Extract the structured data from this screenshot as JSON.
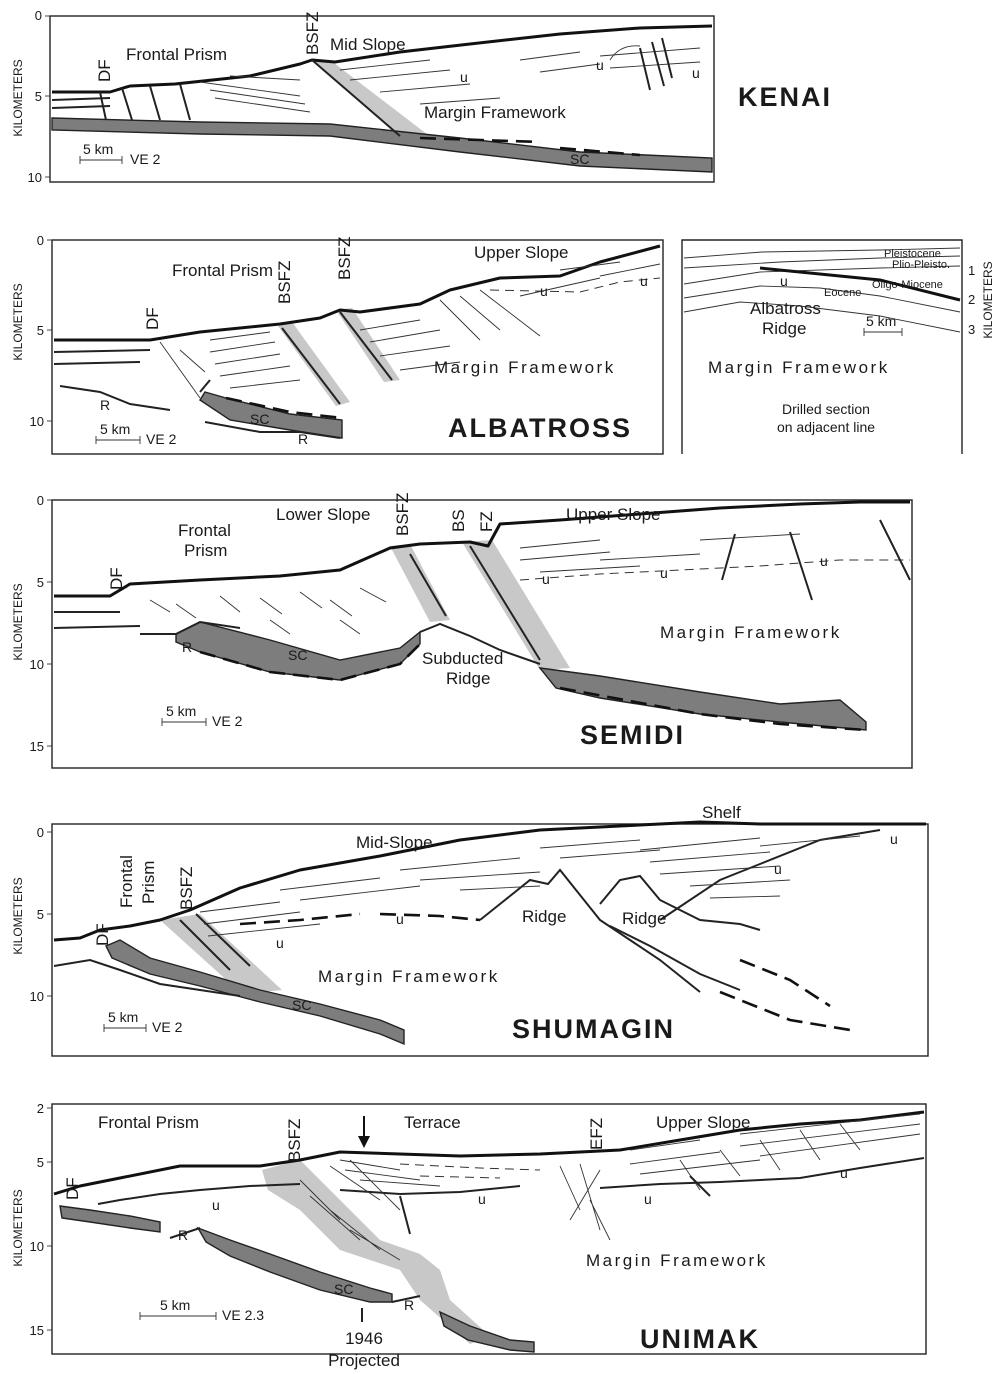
{
  "axis_title": "KILOMETERS",
  "panels": {
    "kenai": {
      "title": "KENAI",
      "ticks": [
        "0",
        "5",
        "10"
      ],
      "labels": {
        "df": "DF",
        "frontal_prism": "Frontal Prism",
        "bsfz": "BSFZ",
        "mid_slope": "Mid Slope",
        "margin_framework": "Margin Framework",
        "sc": "SC",
        "u1": "u",
        "u2": "u",
        "u3": "u"
      },
      "scale": {
        "distance": "5 km",
        "ve": "VE 2"
      }
    },
    "albatross": {
      "title": "ALBATROSS",
      "ticks": [
        "0",
        "5",
        "10"
      ],
      "labels": {
        "frontal_prism": "Frontal Prism",
        "df": "DF",
        "bsfz1": "BSFZ",
        "bsfz2": "BSFZ",
        "upper_slope": "Upper Slope",
        "margin_framework": "Margin Framework",
        "sc": "SC",
        "r1": "R",
        "r2": "R",
        "u1": "u",
        "u2": "u"
      },
      "scale": {
        "distance": "5 km",
        "ve": "VE 2"
      },
      "inset": {
        "ticks": [
          "1",
          "2",
          "3"
        ],
        "pleistocene": "Pleistocene",
        "plio_pleisto": "Plio-Pleisto.",
        "oligo_miocene": "Oligo-Miocene",
        "eocene": "Eocene",
        "u": "u",
        "ridge_line1": "Albatross",
        "ridge_line2": "Ridge",
        "scale": "5 km",
        "margin_framework": "Margin Framework",
        "caption_line1": "Drilled section",
        "caption_line2": "on adjacent line"
      }
    },
    "semidi": {
      "title": "SEMIDI",
      "ticks": [
        "0",
        "5",
        "10",
        "15"
      ],
      "labels": {
        "df": "DF",
        "frontal_prism_line1": "Frontal",
        "frontal_prism_line2": "Prism",
        "lower_slope": "Lower Slope",
        "bsfz": "BSFZ",
        "bs": "BS",
        "fz": "FZ",
        "upper_slope": "Upper Slope",
        "margin_framework": "Margin Framework",
        "subducted_ridge_line1": "Subducted",
        "subducted_ridge_line2": "Ridge",
        "r": "R",
        "sc": "SC",
        "u1": "u",
        "u2": "u",
        "u3": "u"
      },
      "scale": {
        "distance": "5 km",
        "ve": "VE 2"
      }
    },
    "shumagin": {
      "title": "SHUMAGIN",
      "ticks": [
        "0",
        "5",
        "10"
      ],
      "labels": {
        "df": "DF",
        "frontal": "Frontal",
        "prism": "Prism",
        "bsfz": "BSFZ",
        "mid_slope": "Mid-Slope",
        "shelf": "Shelf",
        "ridge1": "Ridge",
        "ridge2": "Ridge",
        "margin_framework": "Margin Framework",
        "sc": "SC",
        "u1": "u",
        "u2": "u",
        "u3": "u",
        "u4": "u"
      },
      "scale": {
        "distance": "5 km",
        "ve": "VE 2"
      }
    },
    "unimak": {
      "title": "UNIMAK",
      "ticks": [
        "2",
        "5",
        "10",
        "15"
      ],
      "labels": {
        "df": "DF",
        "frontal_prism": "Frontal Prism",
        "bsfz": "BSFZ",
        "terrace": "Terrace",
        "efz": "EFZ",
        "upper_slope": "Upper Slope",
        "margin_framework": "Margin Framework",
        "r1": "R",
        "r2": "R",
        "sc": "SC",
        "u1": "u",
        "u2": "u",
        "u3": "u",
        "u4": "u",
        "year": "1946",
        "projected": "Projected"
      },
      "scale": {
        "distance": "5 km",
        "ve": "VE 2.3"
      }
    }
  }
}
